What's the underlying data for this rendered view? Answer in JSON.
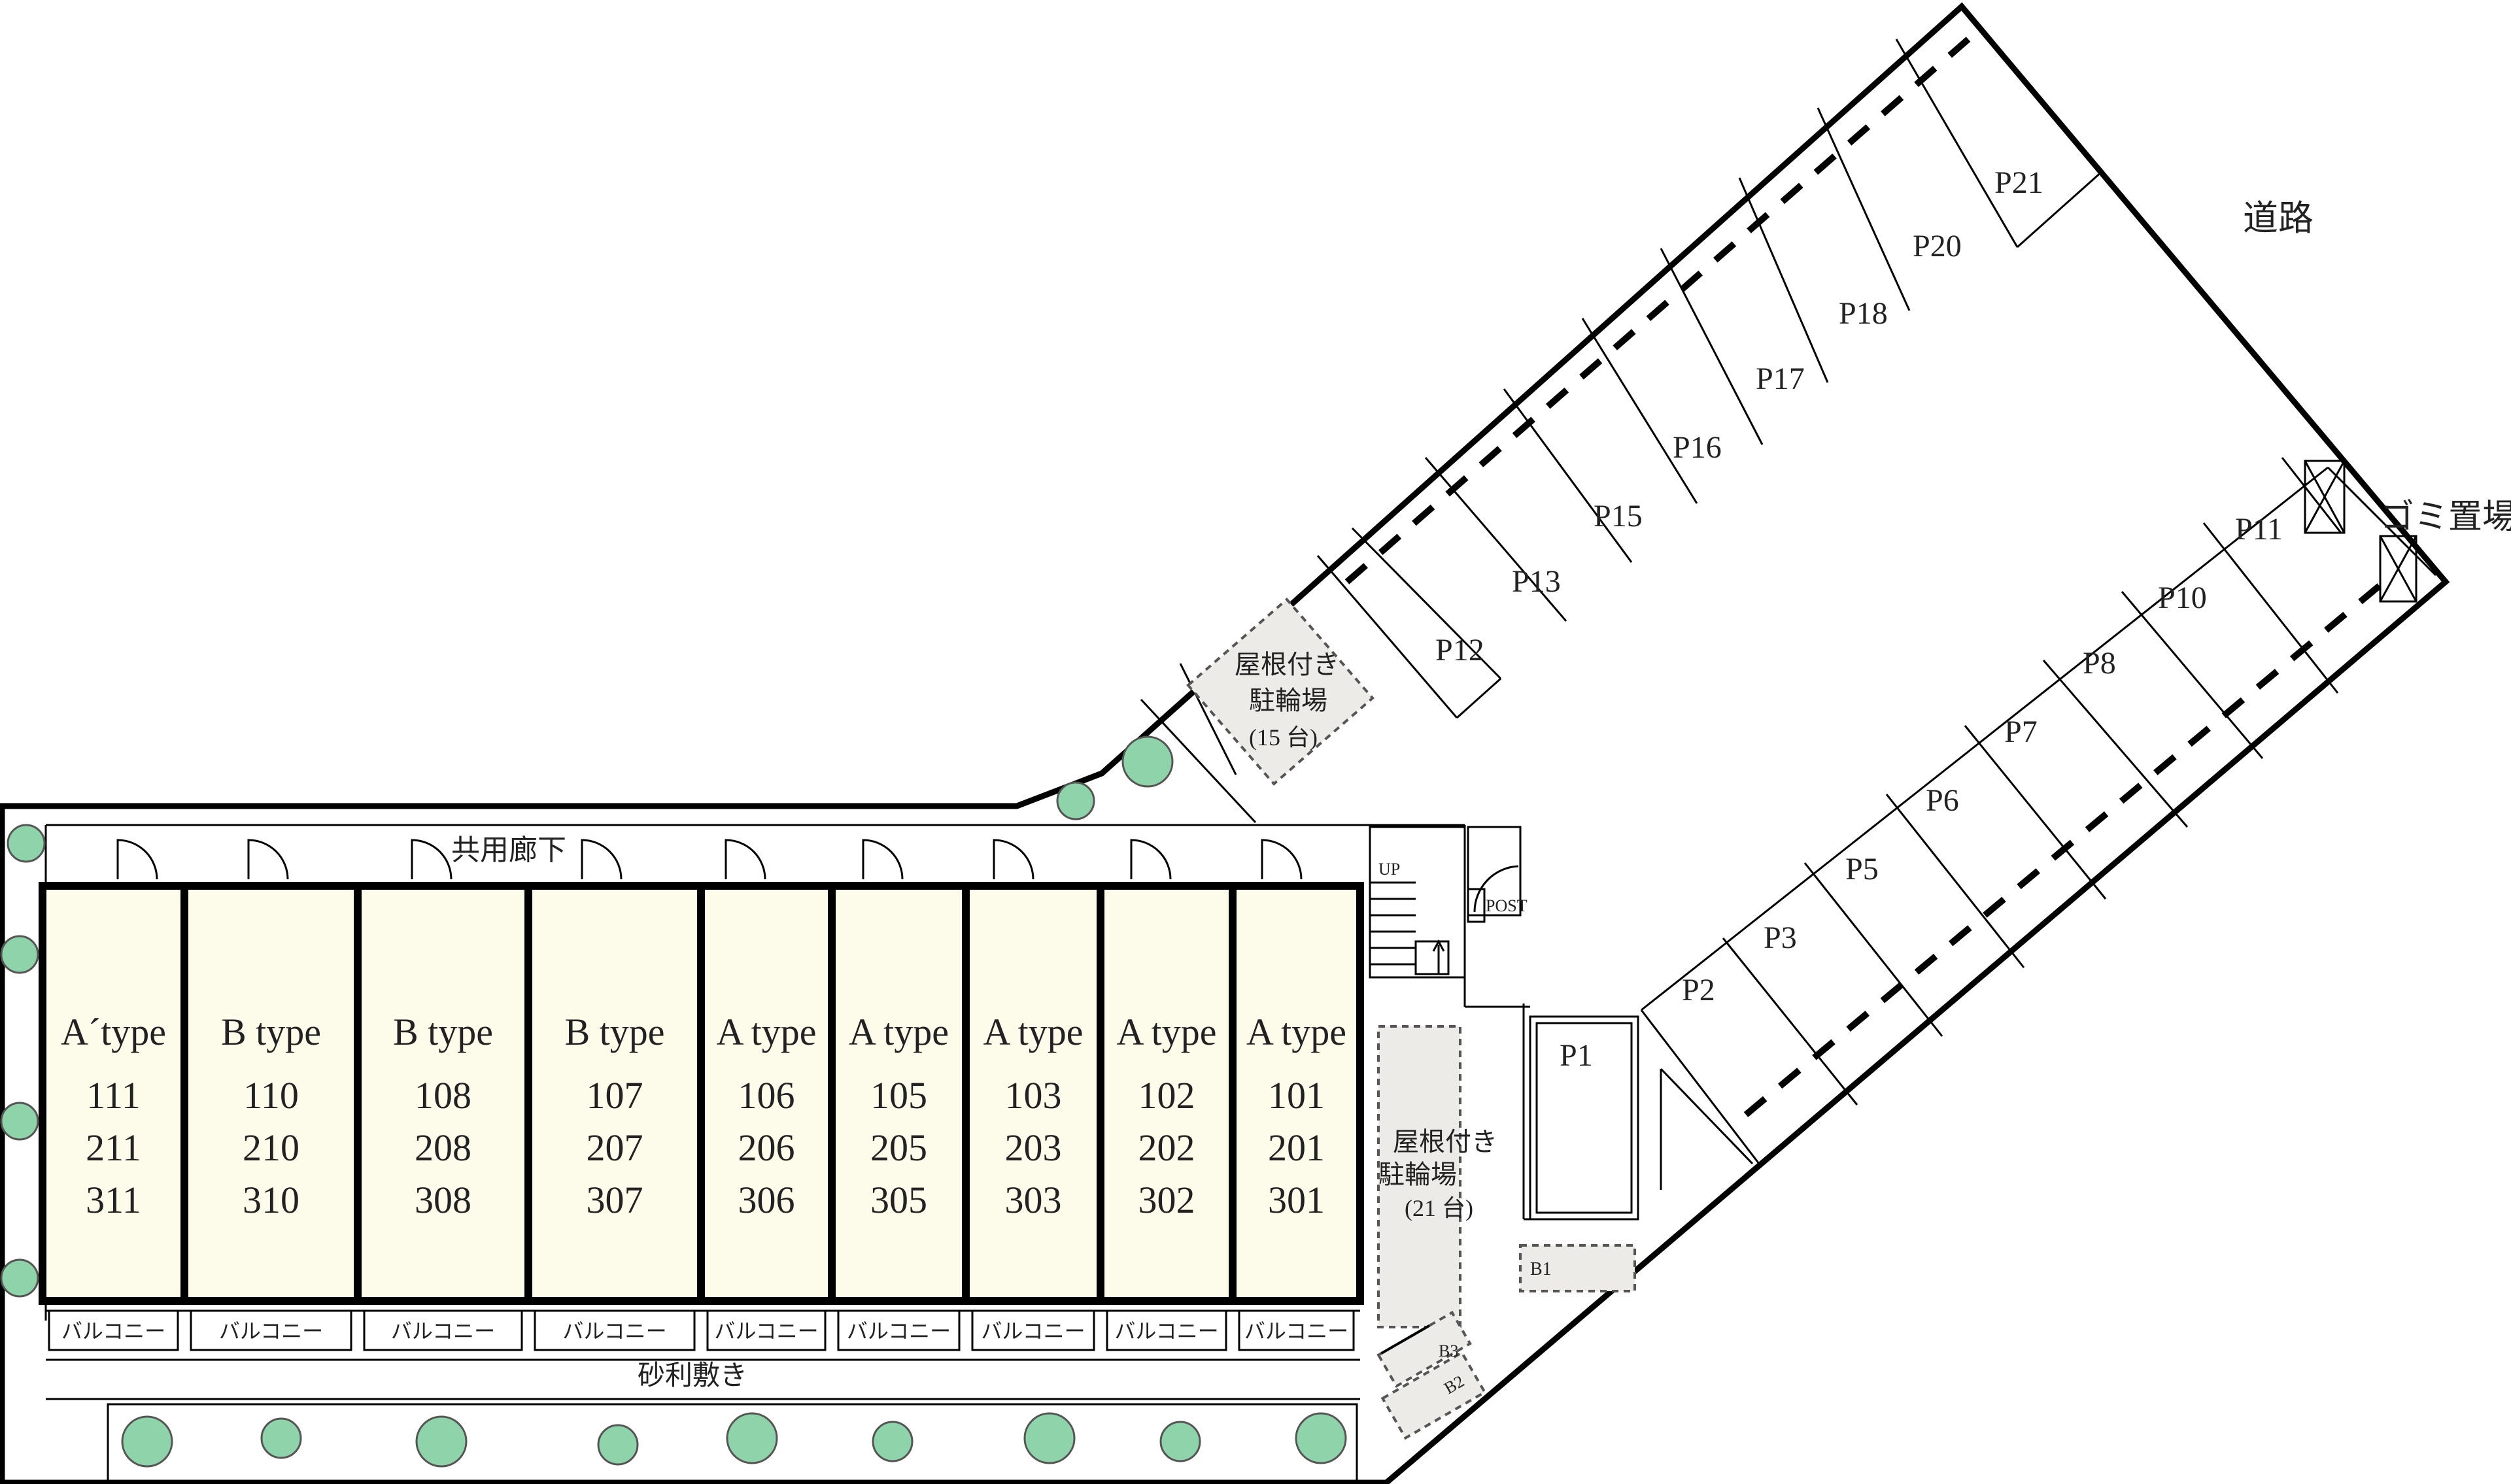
{
  "road_label": "道路",
  "garbage_label": "ゴミ置場",
  "corridor_label": "共用廊下",
  "gravel_label": "砂利敷き",
  "up_label": "UP",
  "post_label": "POST",
  "bike_parking_15": [
    "屋根付き",
    "駐輪場",
    "(15 台)"
  ],
  "bike_parking_21": [
    "屋根付き",
    "駐輪場",
    "(21 台)"
  ],
  "bike_spots": [
    "B1",
    "B2",
    "B3"
  ],
  "parking": [
    "P1",
    "P2",
    "P3",
    "P5",
    "P6",
    "P7",
    "P8",
    "P10",
    "P11",
    "P12",
    "P13",
    "P15",
    "P16",
    "P17",
    "P18",
    "P20",
    "P21"
  ],
  "units": [
    {
      "type": "A´type",
      "rooms": [
        "111",
        "211",
        "311"
      ]
    },
    {
      "type": "B type",
      "rooms": [
        "110",
        "210",
        "310"
      ]
    },
    {
      "type": "B type",
      "rooms": [
        "108",
        "208",
        "308"
      ]
    },
    {
      "type": "B type",
      "rooms": [
        "107",
        "207",
        "307"
      ]
    },
    {
      "type": "A type",
      "rooms": [
        "106",
        "206",
        "306"
      ]
    },
    {
      "type": "A type",
      "rooms": [
        "105",
        "205",
        "305"
      ]
    },
    {
      "type": "A type",
      "rooms": [
        "103",
        "203",
        "303"
      ]
    },
    {
      "type": "A type",
      "rooms": [
        "102",
        "202",
        "302"
      ]
    },
    {
      "type": "A type",
      "rooms": [
        "101",
        "201",
        "301"
      ]
    }
  ],
  "balcony_label": "バルコニー",
  "colors": {
    "unit_fill": "#fdfbea",
    "tree": "#8fd3aa",
    "bike_area": "#ecebe7"
  }
}
